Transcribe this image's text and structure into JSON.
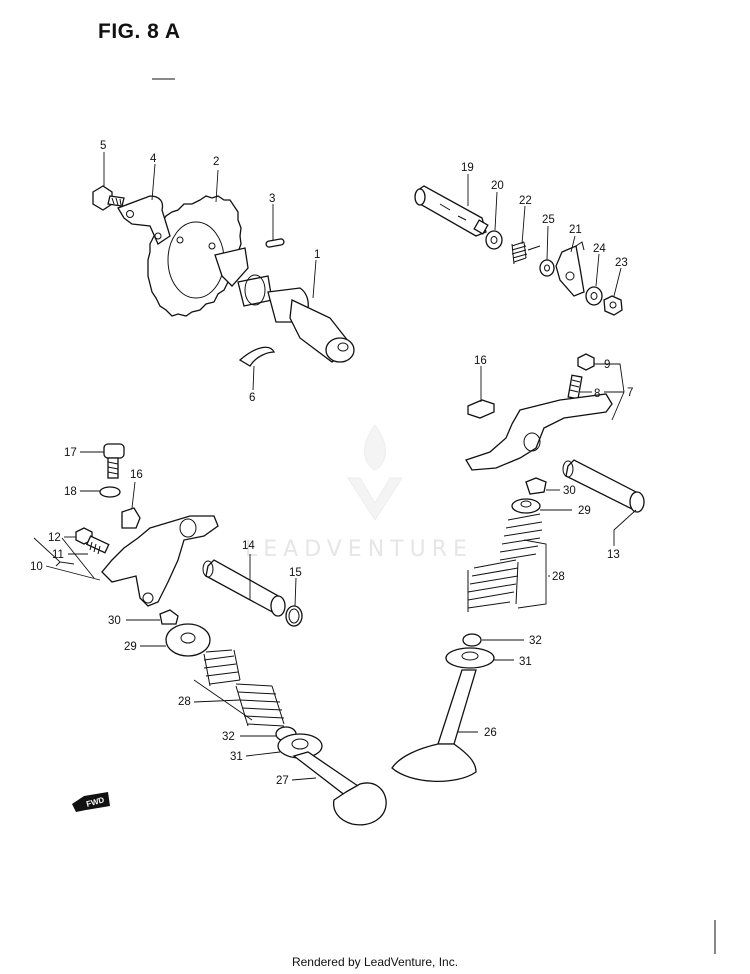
{
  "figure": {
    "title": "FIG. 8 A"
  },
  "footer": {
    "text": "Rendered by LeadVenture, Inc."
  },
  "watermark": {
    "text": "LEADVENTURE"
  },
  "direction_tag": {
    "text": "FWD"
  },
  "callouts": {
    "c1": "1",
    "c2": "2",
    "c3": "3",
    "c4": "4",
    "c5": "5",
    "c6": "6",
    "c7": "7",
    "c8": "8",
    "c9": "9",
    "c10": "10",
    "c11": "11",
    "c12": "12",
    "c13": "13",
    "c14": "14",
    "c15": "15",
    "c16a": "16",
    "c16b": "16",
    "c17": "17",
    "c18": "18",
    "c19": "19",
    "c20": "20",
    "c21": "21",
    "c22": "22",
    "c23": "23",
    "c24": "24",
    "c25": "25",
    "c26": "26",
    "c27": "27",
    "c28a": "28",
    "c28b": "28",
    "c29a": "29",
    "c29b": "29",
    "c30a": "30",
    "c30b": "30",
    "c31a": "31",
    "c31b": "31",
    "c32a": "32",
    "c32b": "32"
  }
}
